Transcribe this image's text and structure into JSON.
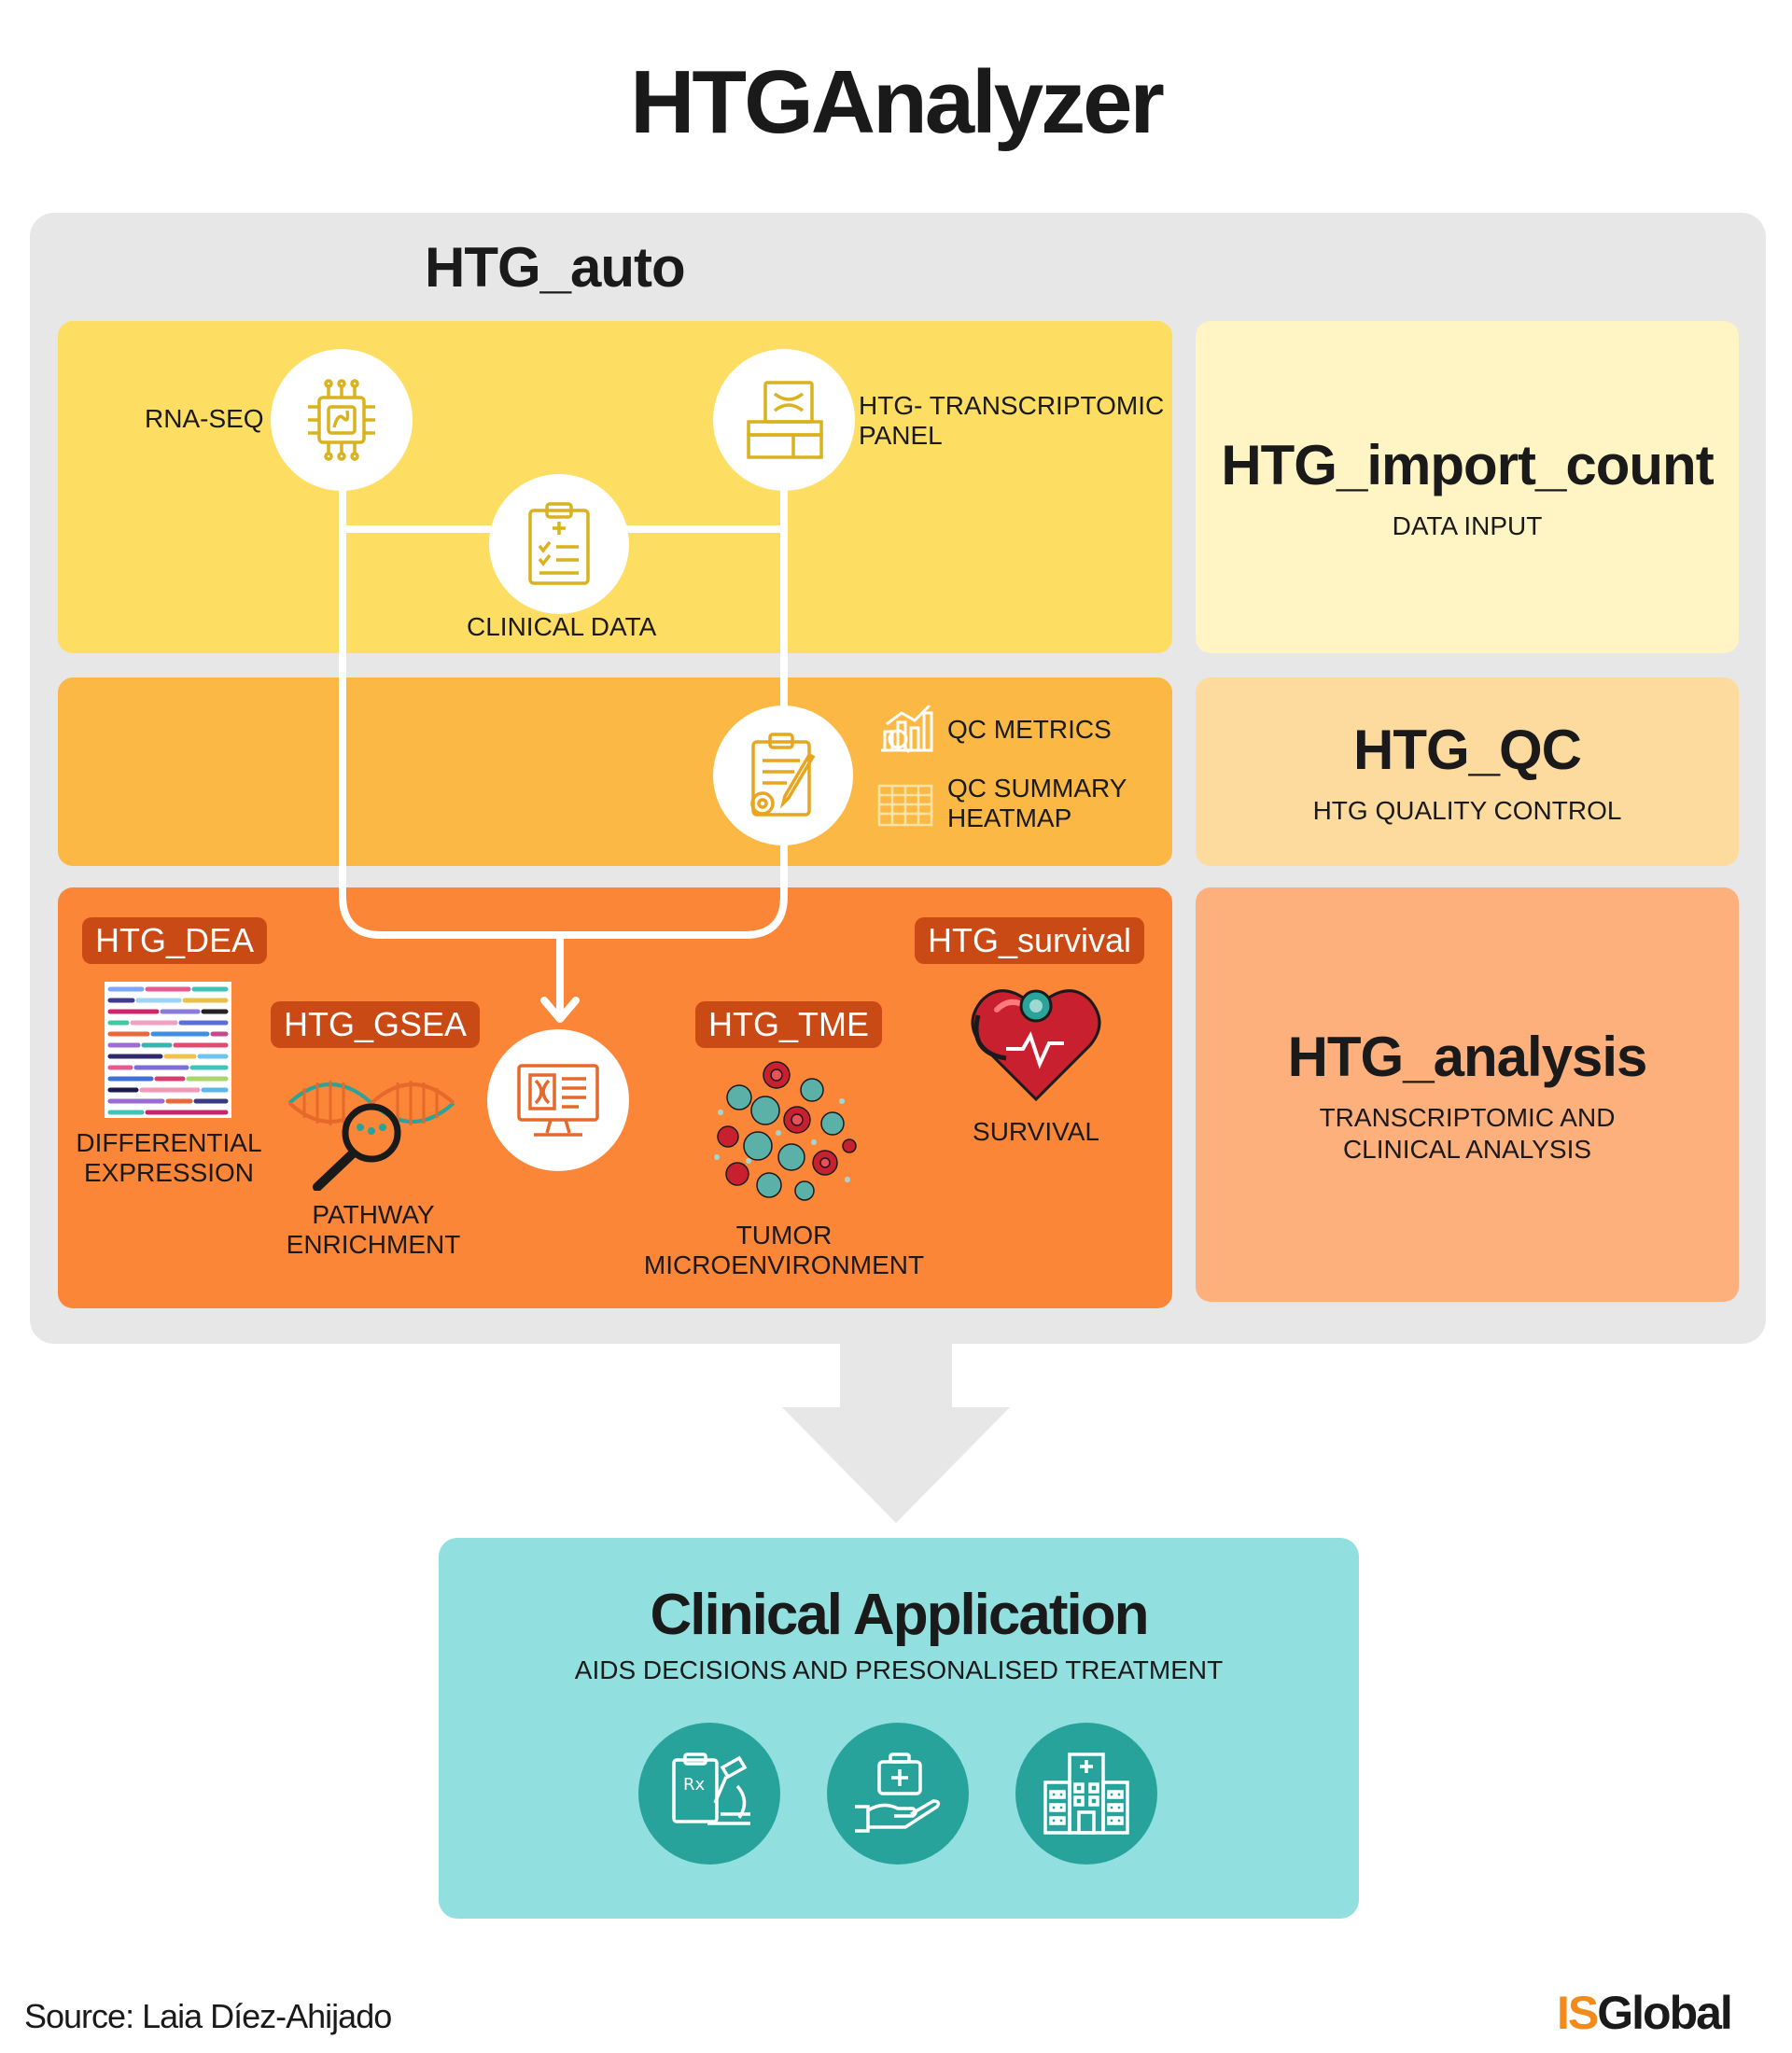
{
  "title": "HTGAnalyzer",
  "auto": {
    "title": "HTG_auto"
  },
  "input": {
    "rna_seq": "RNA-SEQ",
    "htg_panel_line1": "HTG- TRANSCRIPTOMIC",
    "htg_panel_line2": "PANEL",
    "clinical_data": "CLINICAL DATA"
  },
  "qc": {
    "metrics": "QC METRICS",
    "heatmap_line1": "QC SUMMARY",
    "heatmap_line2": "HEATMAP"
  },
  "analysis": {
    "dea": {
      "tag": "HTG_DEA",
      "label_line1": "DIFFERENTIAL",
      "label_line2": "EXPRESSION"
    },
    "gsea": {
      "tag": "HTG_GSEA",
      "label_line1": "PATHWAY",
      "label_line2": "ENRICHMENT"
    },
    "tme": {
      "tag": "HTG_TME",
      "label_line1": "TUMOR",
      "label_line2": "MICROENVIRONMENT"
    },
    "survival": {
      "tag": "HTG_survival",
      "label": "SURVIVAL"
    }
  },
  "right": {
    "import": {
      "title": "HTG_import_count",
      "subtitle": "DATA INPUT"
    },
    "qc": {
      "title": "HTG_QC",
      "subtitle": "HTG QUALITY CONTROL"
    },
    "analysis": {
      "title": "HTG_analysis",
      "subtitle_line1": "TRANSCRIPTOMIC AND",
      "subtitle_line2": "CLINICAL ANALYSIS"
    }
  },
  "clinical": {
    "title": "Clinical Application",
    "subtitle": "AIDS DECISIONS AND PRESONALISED TREATMENT"
  },
  "footer": {
    "source": "Source: Laia Díez-Ahijado",
    "logo_is": "IS",
    "logo_global": "Global"
  },
  "icons": [
    "chip-icon",
    "xray-panel-icon",
    "clipboard-icon",
    "qc-clipboard-icon",
    "chart-search-icon",
    "table-icon",
    "heatmap-icon",
    "dna-magnifier-icon",
    "computer-icon",
    "cells-icon",
    "heart-stethoscope-icon",
    "prescription-microscope-icon",
    "hand-medkit-icon",
    "hospital-icon"
  ],
  "colors": {
    "input_panel": "#fddd62",
    "qc_panel": "#fbb844",
    "analysis_panel": "#fc8637",
    "tag": "#c94a14",
    "clinical_panel": "#91e0df",
    "clinical_icon": "#27a39c"
  }
}
